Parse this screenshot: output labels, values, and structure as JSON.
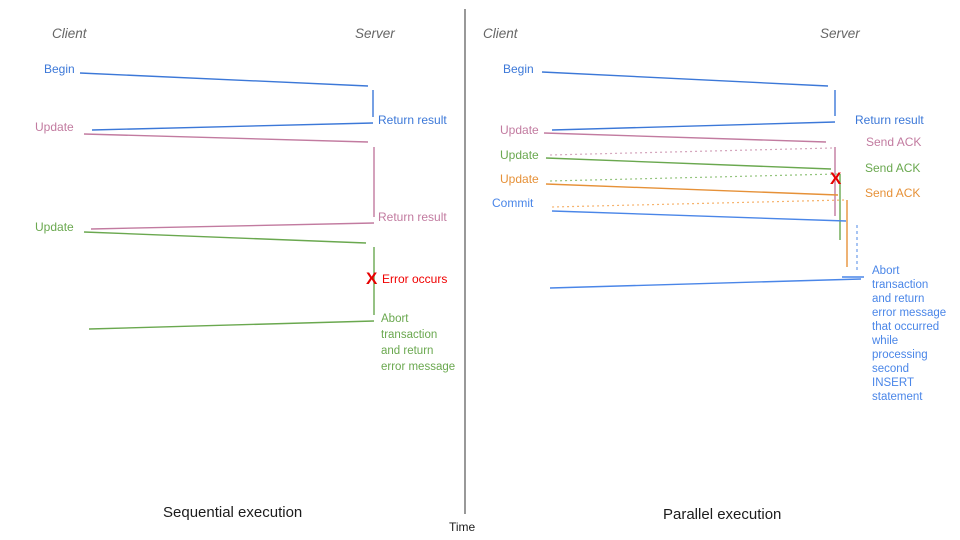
{
  "colors": {
    "blue": "#3c78d8",
    "light_blue": "#4a86e8",
    "pink": "#c27ba0",
    "green": "#6aa84f",
    "orange": "#e69138",
    "red": "#e60000",
    "role_gray": "#666666",
    "axis_gray": "#555555"
  },
  "left": {
    "client": "Client",
    "server": "Server",
    "begin": "Begin",
    "return_result_1": "Return result",
    "update_1": "Update",
    "return_result_2": "Return result",
    "update_2": "Update",
    "error_mark": "X",
    "error_label": "Error occurs",
    "abort_note": "Abort\ntransaction\nand return\nerror message",
    "caption": "Sequential execution"
  },
  "right": {
    "client": "Client",
    "server": "Server",
    "begin": "Begin",
    "return_result": "Return result",
    "update_1": "Update",
    "send_ack_1": "Send ACK",
    "update_2": "Update",
    "send_ack_2": "Send ACK",
    "update_3": "Update",
    "send_ack_3": "Send ACK",
    "commit": "Commit",
    "error_mark": "X",
    "abort_note": "Abort\ntransaction\nand return\nerror message\nthat occurred\nwhile\nprocessing\nsecond\nINSERT\nstatement",
    "caption": "Parallel execution"
  },
  "time_axis": {
    "label": "Time"
  }
}
